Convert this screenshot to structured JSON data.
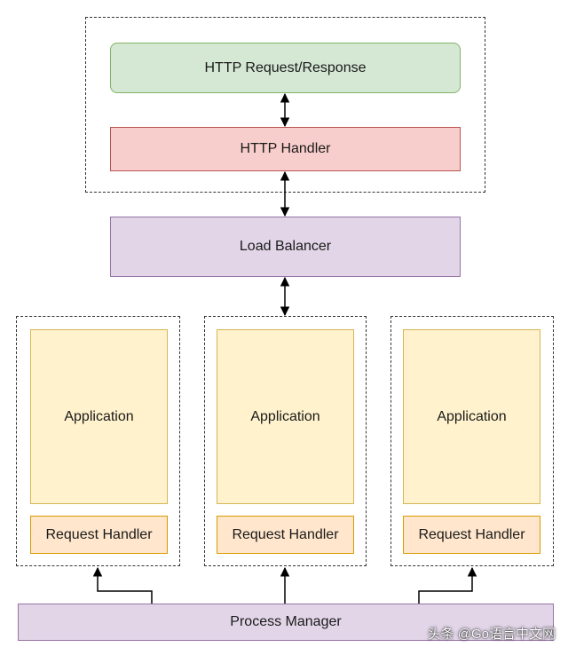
{
  "diagram": {
    "http_request_response": "HTTP Request/Response",
    "http_handler": "HTTP Handler",
    "load_balancer": "Load Balancer",
    "apps": [
      {
        "application": "Application",
        "request_handler": "Request Handler"
      },
      {
        "application": "Application",
        "request_handler": "Request Handler"
      },
      {
        "application": "Application",
        "request_handler": "Request Handler"
      }
    ],
    "process_manager": "Process Manager"
  },
  "watermark": "头条 @Go语言中文网",
  "colors": {
    "green_fill": "#d5e8d4",
    "green_stroke": "#82b366",
    "red_fill": "#f8cecc",
    "red_stroke": "#b85450",
    "purple_fill": "#e1d5e7",
    "purple_stroke": "#9673a6",
    "yellow_fill": "#fff2cc",
    "yellow_stroke": "#d6b656",
    "orange_fill": "#ffe6cc",
    "orange_stroke": "#d79b00"
  }
}
